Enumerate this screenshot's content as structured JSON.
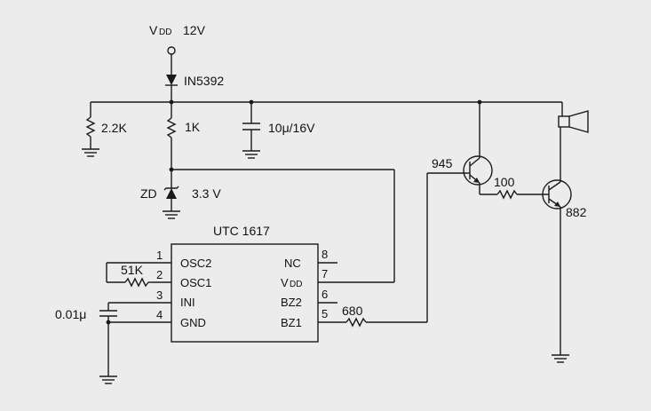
{
  "labels": {
    "vdd_main": "V",
    "vdd_sub": "DD",
    "vdd_value": "12V",
    "diode": "IN5392",
    "r_2k2": "2.2K",
    "r_1k": "1K",
    "cap_main": "10μ/16V",
    "zener_ref": "ZD",
    "zener_value": "3.3 V",
    "ic_name": "UTC 1617",
    "r_51k": "51K",
    "cap_small": "0.01μ",
    "r_680": "680",
    "r_100": "100",
    "q1": "945",
    "q2": "882"
  },
  "ic_pins": {
    "left": [
      {
        "num": "1",
        "name": "OSC2"
      },
      {
        "num": "2",
        "name": "OSC1"
      },
      {
        "num": "3",
        "name": "INI"
      },
      {
        "num": "4",
        "name": "GND"
      }
    ],
    "right": [
      {
        "num": "8",
        "name": "NC"
      },
      {
        "num": "7",
        "name_main": "V",
        "name_sub": "DD"
      },
      {
        "num": "6",
        "name": "BZ2"
      },
      {
        "num": "5",
        "name": "BZ1"
      }
    ]
  },
  "colors": {
    "ink": "#1a1a1a",
    "background": "#ececec"
  },
  "icons": [
    "ground-icon",
    "speaker-icon",
    "diode-icon",
    "zener-icon",
    "transistor-icon",
    "resistor-icon",
    "capacitor-icon"
  ]
}
